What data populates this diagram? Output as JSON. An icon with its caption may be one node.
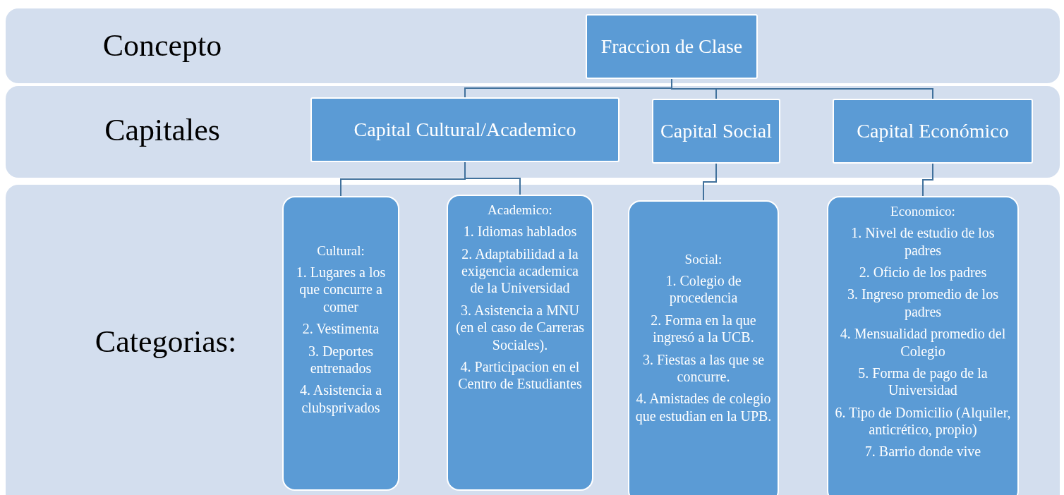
{
  "diagram": {
    "nodes": [
      {
        "text": [
          "Concepto"
        ]
      },
      {
        "text": [
          "Capitales"
        ]
      },
      {
        "text": [
          "Categorias:"
        ]
      },
      {
        "text": [
          "Fraccion de Clase"
        ],
        "in": 0
      },
      {
        "text": [
          "Capital Cultural/Academico"
        ],
        "in": 1
      },
      {
        "text": [
          "Capital Social"
        ],
        "in": 1
      },
      {
        "text": [
          "Capital  Económico"
        ],
        "in": 1
      },
      {
        "text": [
          "Cultural:",
          "1. Lugares a los que concurre a comer",
          "2. Vestimenta",
          "3. Deportes entrenados",
          "4. Asistencia a clubsprivados"
        ],
        "in": 2
      },
      {
        "text": [
          "Academico:",
          "1. Idiomas hablados",
          "2. Adaptabilidad a la exigencia academica de la Universidad",
          "3. Asistencia a MNU (en el caso de Carreras Sociales).",
          "4. Participacion en el Centro de Estudiantes"
        ],
        "in": 2
      },
      {
        "text": [
          "Social:",
          "1. Colegio de procedencia",
          "2. Forma en la que ingresó a la UCB.",
          "3. Fiestas a las que se concurre.",
          "4. Amistades de colegio que estudian en la UPB."
        ],
        "in": 2
      },
      {
        "text": [
          "Economico:",
          "1. Nivel de estudio de los padres",
          "2. Oficio de los padres",
          "3. Ingreso promedio de los padres",
          "4. Mensualidad promedio del Colegio",
          "5. Forma de pago de la Universidad",
          "6. Tipo de Domicilio (Alquiler, anticrético, propio)",
          "7. Barrio donde vive"
        ],
        "in": 2
      }
    ],
    "edges": [
      {
        "from": 3,
        "to": 4,
        "arrow": "none"
      },
      {
        "from": 3,
        "to": 5,
        "arrow": "none"
      },
      {
        "from": 3,
        "to": 6,
        "arrow": "none"
      },
      {
        "from": 4,
        "to": 7,
        "arrow": "none"
      },
      {
        "from": 4,
        "to": 8,
        "arrow": "none"
      },
      {
        "from": 5,
        "to": 9,
        "arrow": "none"
      },
      {
        "from": 6,
        "to": 10,
        "arrow": "none"
      }
    ]
  }
}
